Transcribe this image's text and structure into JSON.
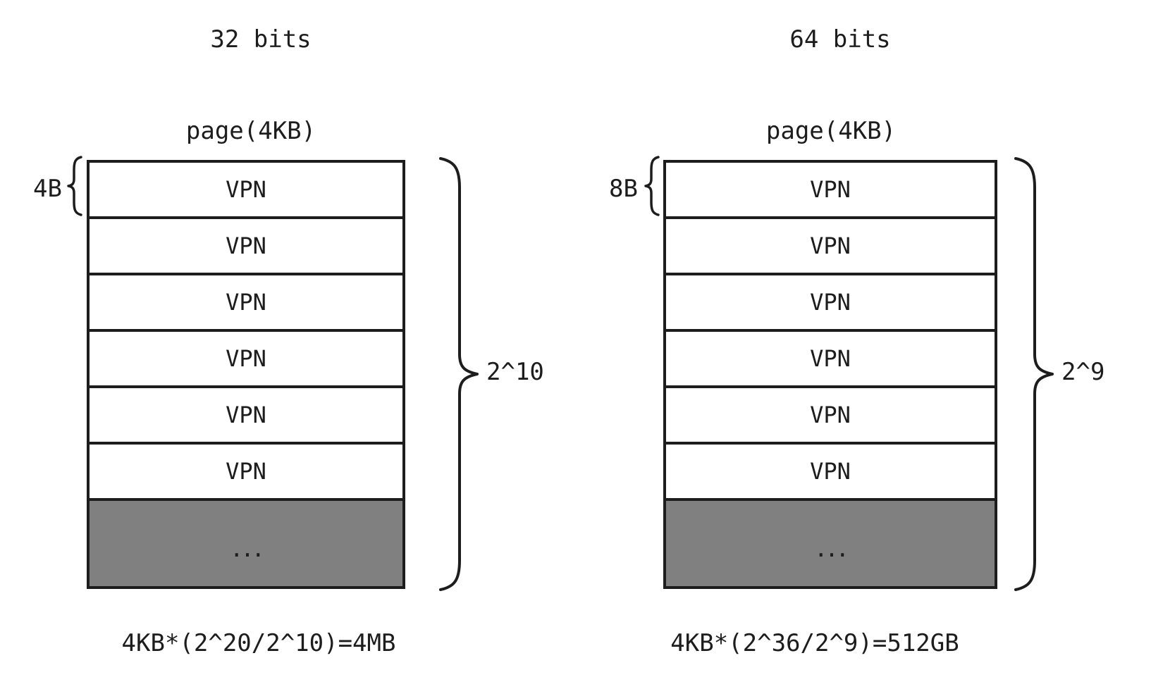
{
  "colors": {
    "line": "#1d1d1d",
    "gray_fill": "#808080",
    "background": "#ffffff"
  },
  "panels": {
    "left": {
      "title": "32 bits",
      "page_label": "page(4KB)",
      "entry_size": "4B",
      "rows": [
        "VPN",
        "VPN",
        "VPN",
        "VPN",
        "VPN",
        "VPN"
      ],
      "ellipsis": "...",
      "count": "2^10",
      "formula": "4KB*(2^20/2^10)=4MB"
    },
    "right": {
      "title": "64 bits",
      "page_label": "page(4KB)",
      "entry_size": "8B",
      "rows": [
        "VPN",
        "VPN",
        "VPN",
        "VPN",
        "VPN",
        "VPN"
      ],
      "ellipsis": "...",
      "count": "2^9",
      "formula": "4KB*(2^36/2^9)=512GB"
    }
  }
}
